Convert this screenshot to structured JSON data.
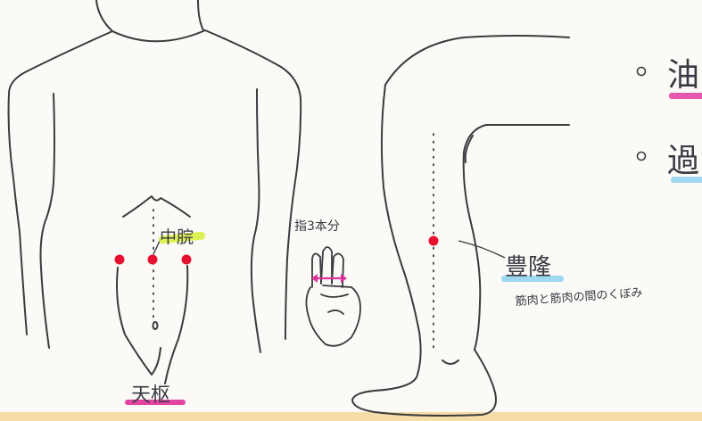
{
  "labels": {
    "chuwan": "中脘",
    "tensu": "天枢",
    "finger_width": "指3本分",
    "houryu": "豊隆",
    "houryu_note": "筋肉と筋肉の間のくぼみ",
    "list_item_1": "油",
    "list_item_2": "過"
  },
  "colors": {
    "point": "#e8102e",
    "marker_yellow": "#d8ef3a",
    "marker_pink": "#e0309a",
    "marker_blue": "#8fd0f0",
    "arrow_pink": "#e0309a",
    "outline": "#3b3b40",
    "bottom_strip": "#f3cf86"
  },
  "icons": [
    "acupoint-dot",
    "three-finger-hand",
    "bullet-circle"
  ]
}
